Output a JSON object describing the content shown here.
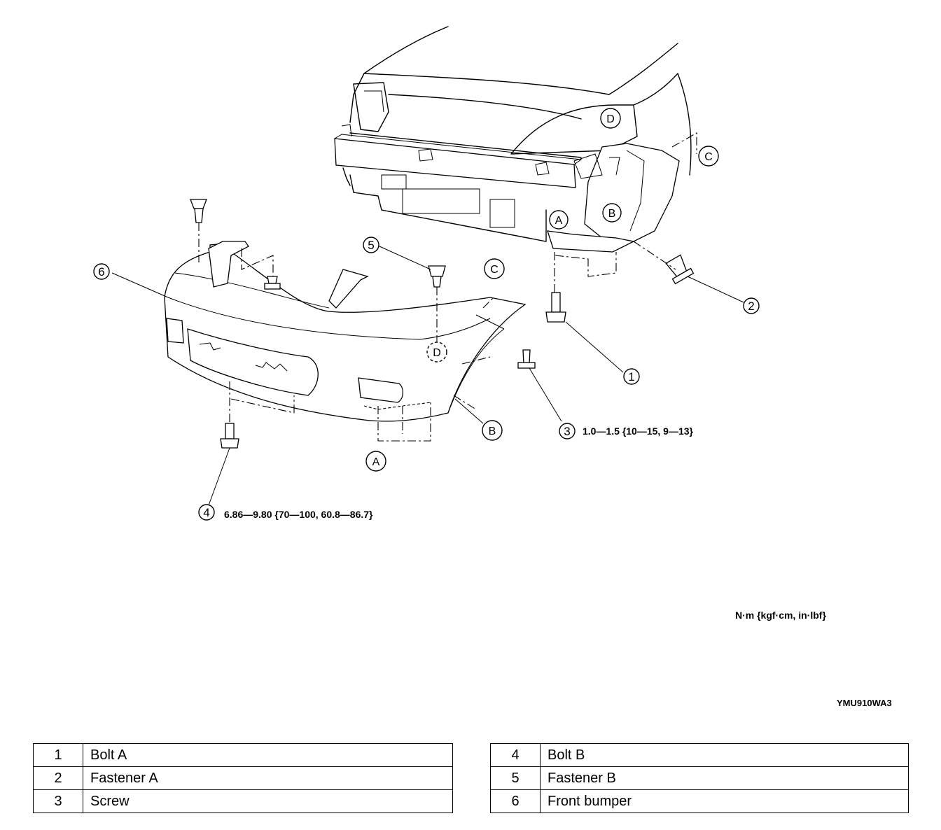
{
  "callouts": {
    "numbers": [
      "1",
      "2",
      "3",
      "4",
      "5",
      "6"
    ],
    "letters": {
      "A": "A",
      "B": "B",
      "C": "C",
      "D": "D"
    }
  },
  "torque": {
    "screw": "1.0—1.5 {10—15, 9—13}",
    "bolt_b": "6.86—9.80 {70—100, 60.8—86.7}",
    "units": "N·m {kgf·cm, in·lbf}"
  },
  "figure_code": "YMU910WA3",
  "legend": {
    "left": [
      {
        "num": "1",
        "name": "Bolt A"
      },
      {
        "num": "2",
        "name": "Fastener A"
      },
      {
        "num": "3",
        "name": "Screw"
      }
    ],
    "right": [
      {
        "num": "4",
        "name": "Bolt B"
      },
      {
        "num": "5",
        "name": "Fastener B"
      },
      {
        "num": "6",
        "name": "Front bumper"
      }
    ]
  }
}
